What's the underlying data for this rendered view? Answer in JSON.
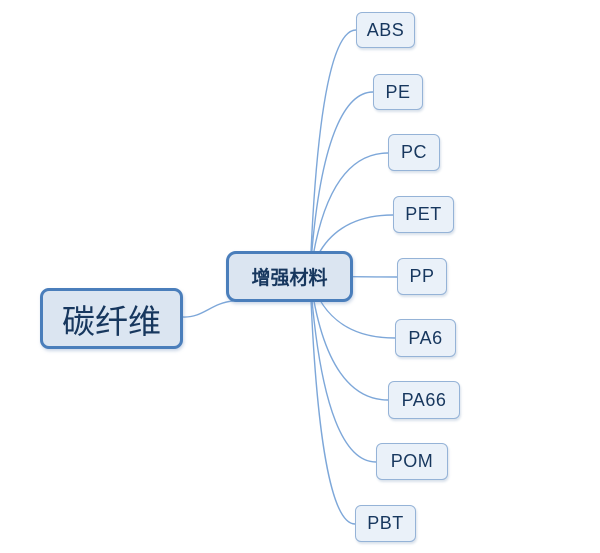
{
  "diagram": {
    "root": {
      "label": "碳纤维"
    },
    "branch": {
      "label": "增强材料"
    },
    "leaves": [
      {
        "label": "ABS"
      },
      {
        "label": "PE"
      },
      {
        "label": "PC"
      },
      {
        "label": "PET"
      },
      {
        "label": "PP"
      },
      {
        "label": "PA6"
      },
      {
        "label": "PA66"
      },
      {
        "label": "POM"
      },
      {
        "label": "PBT"
      }
    ]
  },
  "colors": {
    "node_border_primary": "#4a7ebb",
    "node_fill_primary": "#dbe5f1",
    "leaf_border": "#95b3d7",
    "leaf_fill": "#eaf1f9",
    "connector": "#7da7d9",
    "text": "#17375e",
    "background": "#ffffff"
  }
}
